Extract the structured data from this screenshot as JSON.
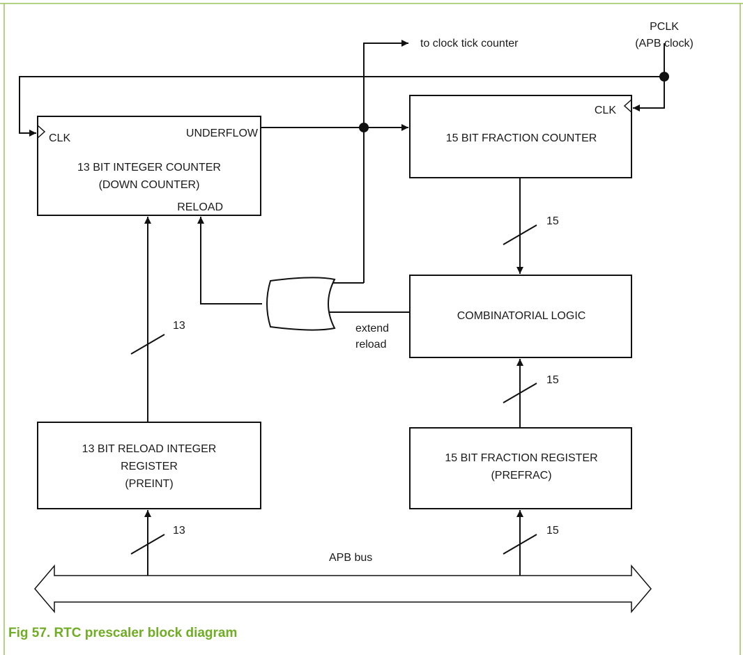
{
  "figure": {
    "caption": "Fig 57.  RTC prescaler block diagram",
    "frame_color": "#9bc35a",
    "caption_color": "#6fad23"
  },
  "blocks": {
    "integer_counter": {
      "line1": "13 BIT INTEGER COUNTER",
      "line2": "(DOWN COUNTER)",
      "clk_port": "CLK",
      "underflow_port": "UNDERFLOW",
      "reload_port": "RELOAD"
    },
    "fraction_counter": {
      "line1": "15 BIT FRACTION COUNTER",
      "clk_port": "CLK"
    },
    "combinatorial_logic": {
      "line1": "COMBINATORIAL LOGIC"
    },
    "reload_integer_register": {
      "line1": "13 BIT RELOAD INTEGER",
      "line2": "REGISTER",
      "line3": "(PREINT)"
    },
    "fraction_register": {
      "line1": "15 BIT FRACTION REGISTER",
      "line2": "(PREFRAC)"
    }
  },
  "signals": {
    "pclk_line1": "PCLK",
    "pclk_line2": "(APB clock)",
    "to_clock_tick_counter": "to clock tick counter",
    "extend_line1": "extend",
    "extend_line2": "reload",
    "apb_bus": "APB bus"
  },
  "bus_widths": {
    "fraction_counter_out": "15",
    "reload_to_integer": "13",
    "fraction_reg_out": "15",
    "apb_to_preint": "13",
    "apb_to_prefrac": "15"
  }
}
